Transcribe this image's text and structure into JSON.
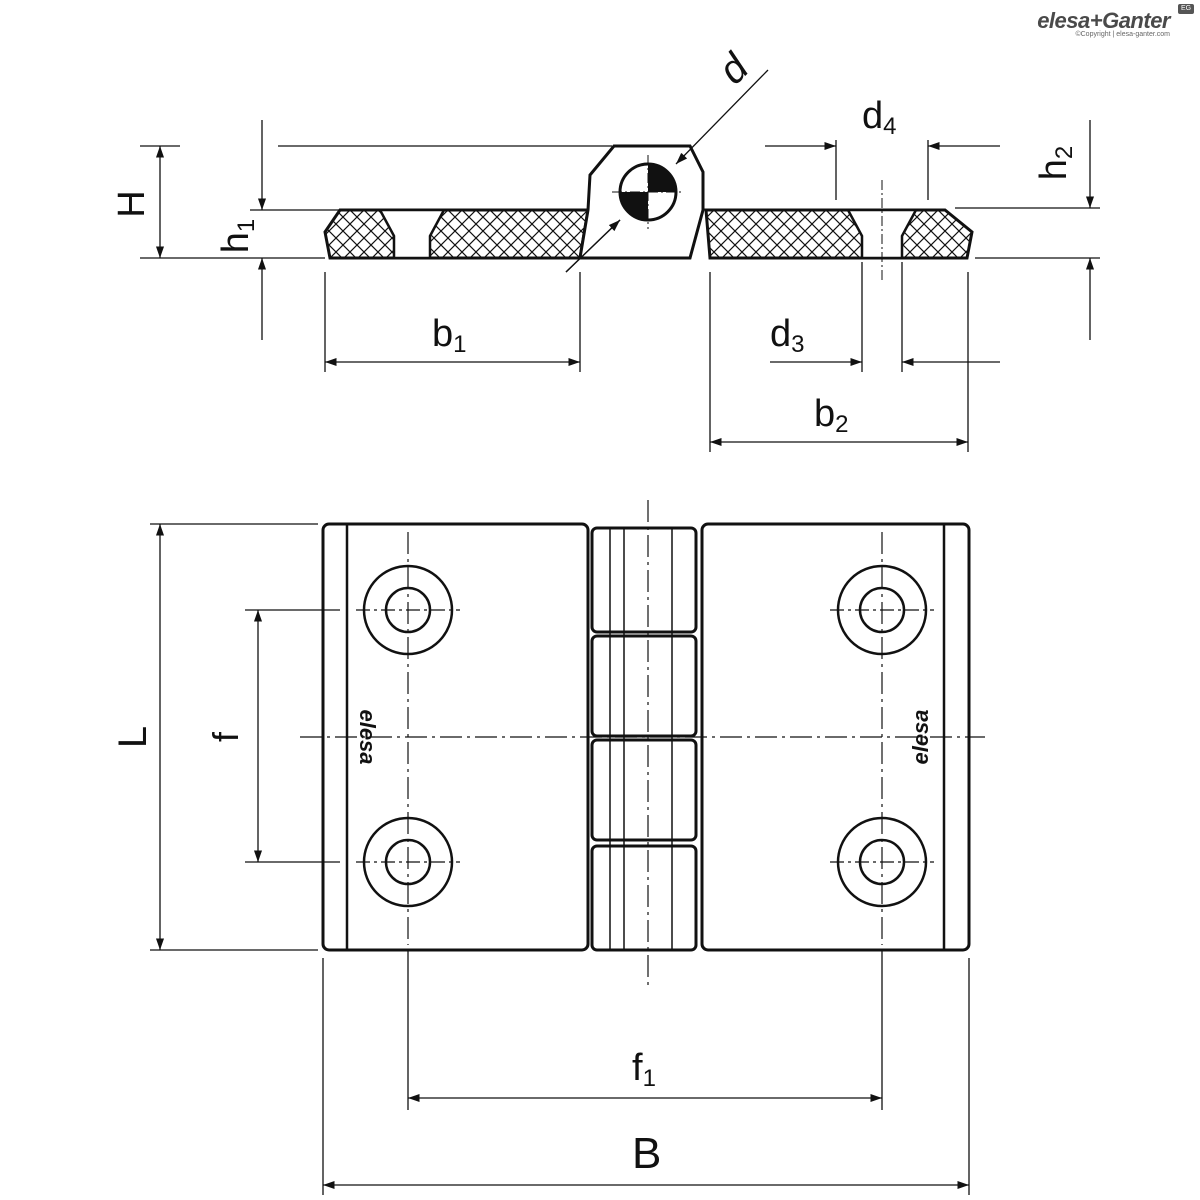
{
  "brand": {
    "logo": "elesa+Ganter",
    "copyright": "©Copyright | elesa-ganter.com",
    "badge": "EG"
  },
  "labels": {
    "d": "d",
    "d4_main": "d",
    "d4_sub": "4",
    "h2_main": "h",
    "h2_sub": "2",
    "H": "H",
    "h1_main": "h",
    "h1_sub": "1",
    "b1_main": "b",
    "b1_sub": "1",
    "d3_main": "d",
    "d3_sub": "3",
    "b2_main": "b",
    "b2_sub": "2",
    "L": "L",
    "f": "f",
    "f1_main": "f",
    "f1_sub": "1",
    "B": "B",
    "mark": "elesa"
  }
}
